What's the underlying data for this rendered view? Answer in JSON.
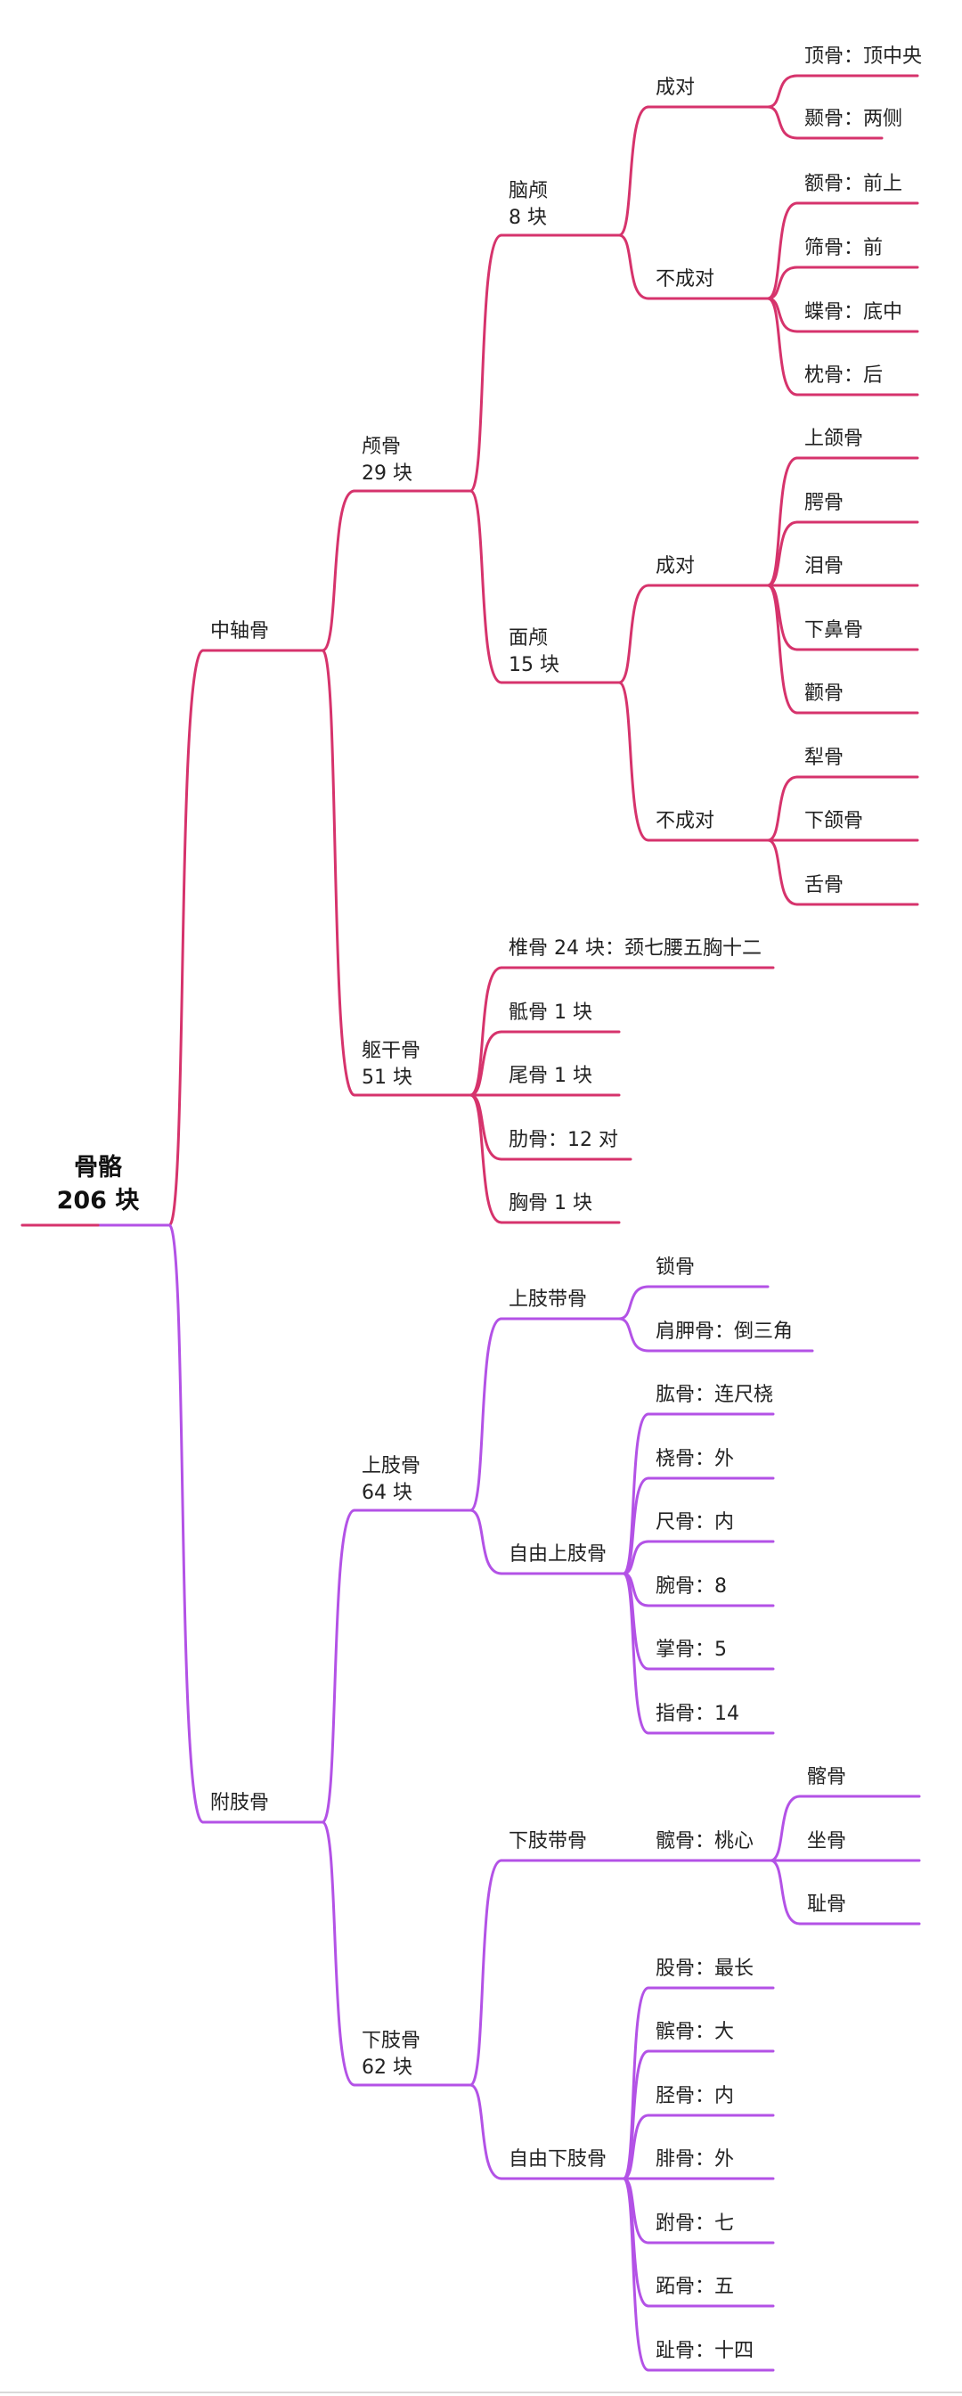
{
  "colors": {
    "axial": "#d6336c",
    "appendicular": "#b352e6",
    "text": "#222222"
  },
  "root": {
    "line1": "骨骼",
    "line2": "206 块"
  },
  "axial": {
    "label": "中轴骨",
    "skull": {
      "line1": "颅骨",
      "line2": "29 块",
      "cranial": {
        "line1": "脑颅",
        "line2": "8 块",
        "paired": {
          "label": "成对",
          "items": [
            "顶骨：顶中央",
            "颞骨：两侧"
          ]
        },
        "unpaired": {
          "label": "不成对",
          "items": [
            "额骨：前上",
            "筛骨：前",
            "蝶骨：底中",
            "枕骨：后"
          ]
        }
      },
      "facial": {
        "line1": "面颅",
        "line2": "15 块",
        "paired": {
          "label": "成对",
          "items": [
            "上颌骨",
            "腭骨",
            "泪骨",
            "下鼻骨",
            "颧骨"
          ]
        },
        "unpaired": {
          "label": "不成对",
          "items": [
            "犁骨",
            "下颌骨",
            "舌骨"
          ]
        }
      }
    },
    "trunk": {
      "line1": "躯干骨",
      "line2": "51 块",
      "items": [
        "椎骨 24 块：颈七腰五胸十二",
        "骶骨 1 块",
        "尾骨 1 块",
        "肋骨：12 对",
        "胸骨 1 块"
      ]
    }
  },
  "appendicular": {
    "label": "附肢骨",
    "upper": {
      "line1": "上肢骨",
      "line2": "64 块",
      "girdle": {
        "label": "上肢带骨",
        "items": [
          "锁骨",
          "肩胛骨：倒三角"
        ]
      },
      "free": {
        "label": "自由上肢骨",
        "items": [
          "肱骨：连尺桡",
          "桡骨：外",
          "尺骨：内",
          "腕骨：8",
          "掌骨：5",
          "指骨：14"
        ]
      }
    },
    "lower": {
      "line1": "下肢骨",
      "line2": "62 块",
      "girdle": {
        "label": "下肢带骨",
        "hip": {
          "label": "髋骨：桃心",
          "items": [
            "髂骨",
            "坐骨",
            "耻骨"
          ]
        }
      },
      "free": {
        "label": "自由下肢骨",
        "items": [
          "股骨：最长",
          "髌骨：大",
          "胫骨：内",
          "腓骨：外",
          "跗骨：七",
          "跖骨：五",
          "趾骨：十四"
        ]
      }
    }
  }
}
